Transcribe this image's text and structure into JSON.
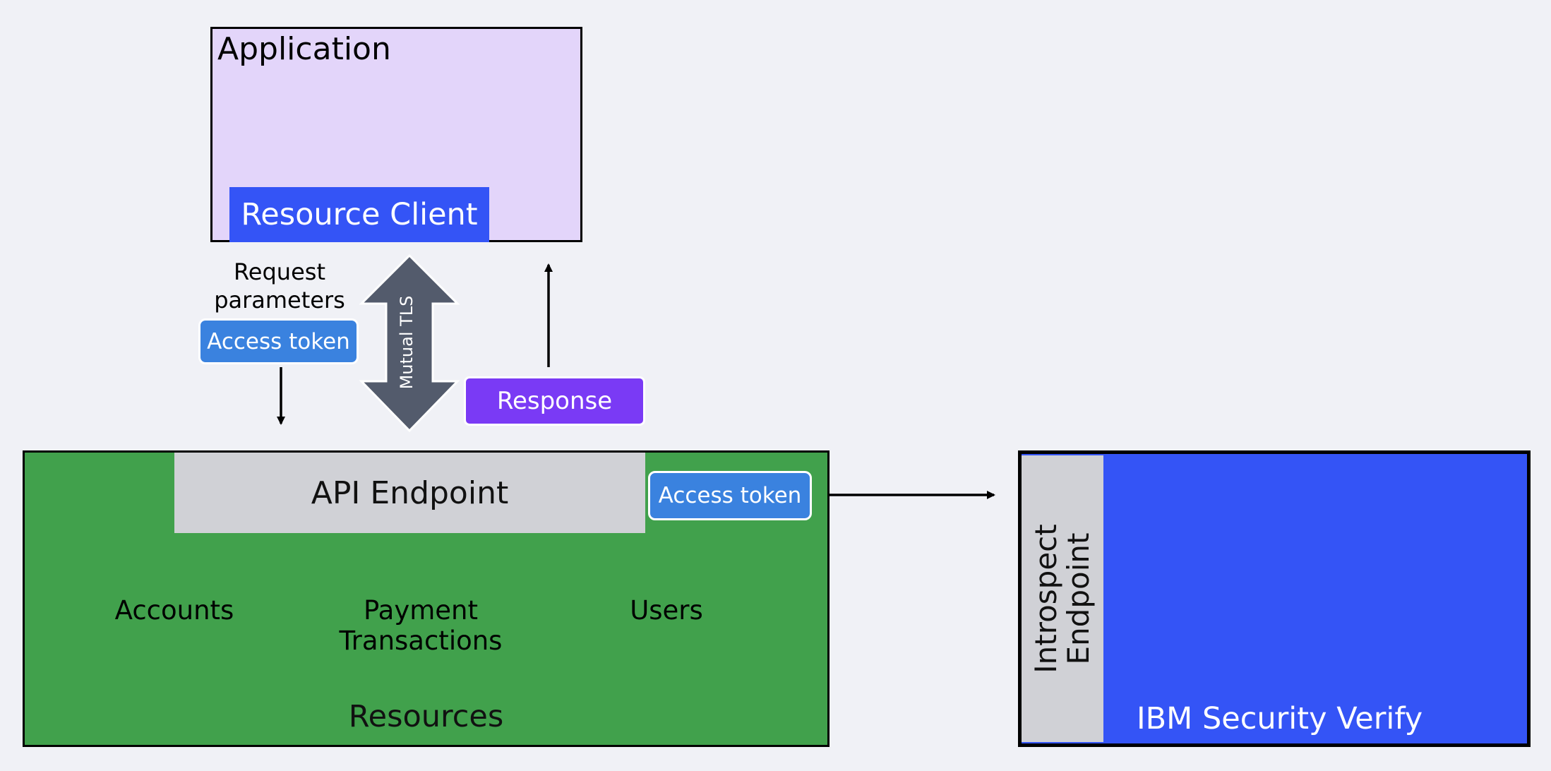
{
  "application": {
    "title": "Application",
    "resource_client": "Resource Client"
  },
  "request": {
    "params_line1": "Request",
    "params_line2": "parameters",
    "access_token": "Access token"
  },
  "mutual_tls": "Mutual TLS",
  "response": "Response",
  "resources": {
    "api_endpoint": "API Endpoint",
    "access_token": "Access token",
    "label": "Resources",
    "databases": [
      {
        "line1": "Accounts",
        "line2": ""
      },
      {
        "line1": "Payment",
        "line2": "Transactions"
      },
      {
        "line1": "Users",
        "line2": ""
      }
    ]
  },
  "verify": {
    "introspect_line1": "Introspect",
    "introspect_line2": "Endpoint",
    "label": "IBM Security Verify"
  },
  "colors": {
    "application_bg": "#e3d5fa",
    "resource_client": "#3454f6",
    "access_token": "#3a82df",
    "response": "#7a3af5",
    "mtls_arrow": "#535b6c",
    "resources_bg": "#41a14c",
    "endpoint_gray": "#d0d1d6",
    "verify_bg": "#3454f6"
  }
}
